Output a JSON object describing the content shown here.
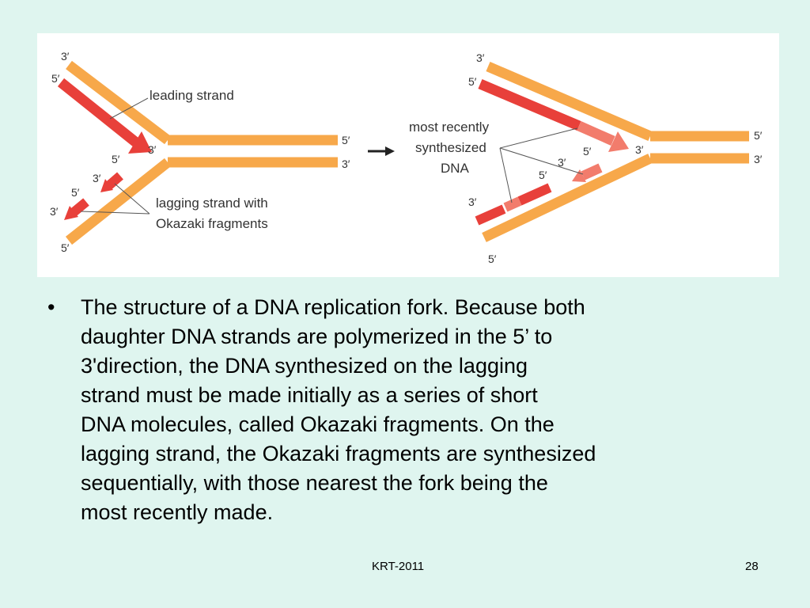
{
  "diagram": {
    "left_panel": {
      "label_leading": "leading strand",
      "label_lagging_1": "lagging strand with",
      "label_lagging_2": "Okazaki fragments",
      "ends": {
        "top_3": "3′",
        "top_5": "5′",
        "fork_3": "3′",
        "right_5": "5′",
        "right_3": "3′",
        "frag_5": "5′",
        "frag_3a": "3′",
        "frag_5b": "5′",
        "frag_3b": "3′",
        "bottom_5": "5′"
      }
    },
    "right_panel": {
      "label_line1": "most recently",
      "label_line2": "synthesized",
      "label_line3": "DNA",
      "ends": {
        "top_3": "3′",
        "top_5": "5′",
        "fork_3": "3′",
        "right_5": "5′",
        "right_3": "3′",
        "frag_5a": "5′",
        "frag_3a": "3′",
        "frag_5b": "5′",
        "frag_3c": "3′",
        "bottom_5": "5′"
      }
    },
    "colors": {
      "template": "#f7a84a",
      "new_strand": "#e8403a",
      "recent": "#f27c6c"
    }
  },
  "body": {
    "bullet": "•",
    "text": "The  structure  of a DNA replication  fork. Because  both\ndaughter DNA  strands  are  polymerized  in  the 5’ to\n3'direction,  the DNA  synthesized  on  the lagging\nstrand  must  be made  initially  as  a series  of  short\nDNA  molecules,  called Okazaki  fragments.  On  the\nlagging  strand, the Okazaki  fragments  are  synthesized\nsequentially,  with  those  nearest  the  fork being  the\nmost  recently  made."
  },
  "footer": {
    "center": "KRT-2011",
    "page": "28"
  }
}
